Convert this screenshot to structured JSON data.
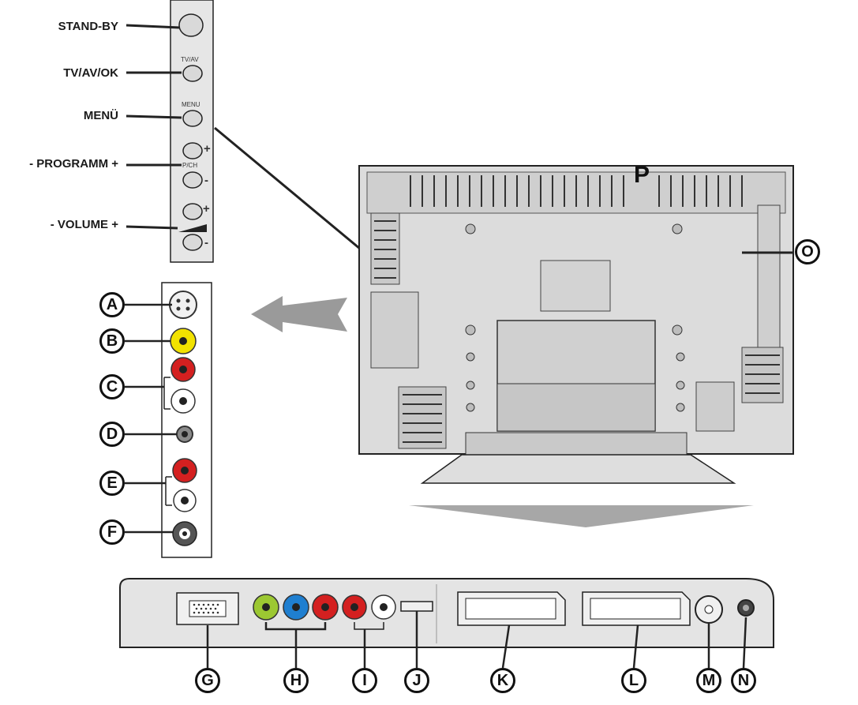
{
  "side_panel": {
    "buttons": [
      {
        "label": "STAND-BY"
      },
      {
        "label": "TV/AV/OK",
        "legend": "TV/AV"
      },
      {
        "label": "MENÜ",
        "legend": "MENU"
      },
      {
        "label": "- PROGRAMM +",
        "legend": "P/CH",
        "plus": "+",
        "minus": "-"
      },
      {
        "label": "- VOLUME +",
        "plus": "+",
        "minus": "-"
      }
    ]
  },
  "side_connectors": [
    {
      "letter": "A",
      "icon": "s-video-socket-icon"
    },
    {
      "letter": "B",
      "icon": "rca-yellow-socket-icon",
      "color": "#f2e200"
    },
    {
      "letter": "C",
      "icon": "rca-red-white-pair-icon",
      "colors": [
        "#d42020",
        "#ffffff"
      ]
    },
    {
      "letter": "D",
      "icon": "headphone-jack-icon",
      "color": "#888888"
    },
    {
      "letter": "E",
      "icon": "rca-red-white-pair-icon",
      "colors": [
        "#d42020",
        "#ffffff"
      ]
    },
    {
      "letter": "F",
      "icon": "coaxial-socket-icon",
      "color": "#555555"
    }
  ],
  "back_panel": {
    "letters": [
      "G",
      "H",
      "I",
      "J",
      "K",
      "L",
      "M",
      "N"
    ],
    "connectors": [
      {
        "letter": "G",
        "icon": "vga-port-icon"
      },
      {
        "letter": "H",
        "icon": "component-ypbpr-icon",
        "colors": [
          "#9cc832",
          "#1f7fd0",
          "#d42020"
        ]
      },
      {
        "letter": "I",
        "icon": "rca-red-white-pair-icon",
        "colors": [
          "#d42020",
          "#ffffff"
        ]
      },
      {
        "letter": "J",
        "icon": "spdif-port-icon"
      },
      {
        "letter": "K",
        "icon": "scart-port-icon"
      },
      {
        "letter": "L",
        "icon": "scart-port-icon"
      },
      {
        "letter": "M",
        "icon": "antenna-socket-icon"
      },
      {
        "letter": "N",
        "icon": "power-dc-jack-icon"
      }
    ]
  },
  "tv": {
    "top_mark": "P",
    "side_letter": "O"
  },
  "colors": {
    "panel": "#e4e4e4",
    "tv_body": "#d8d8d8",
    "arrow": "#9a9a9a",
    "outline": "#222222"
  }
}
